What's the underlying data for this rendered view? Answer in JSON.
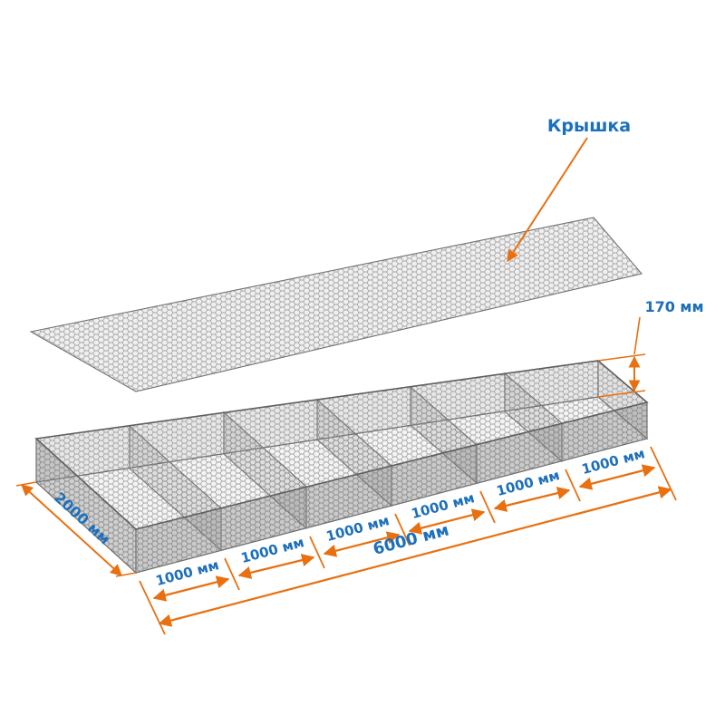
{
  "labels": {
    "lid": "Крышка"
  },
  "dimensions": {
    "height": "170 мм",
    "width": "2000 мм",
    "length": "6000 мм",
    "cell": "1000 мм"
  },
  "structure": {
    "cells_count": 6
  },
  "colors": {
    "dimension_lines": "#e87010",
    "dimension_text": "#1c6fbb",
    "mesh_wire": "#8d8d8d"
  }
}
